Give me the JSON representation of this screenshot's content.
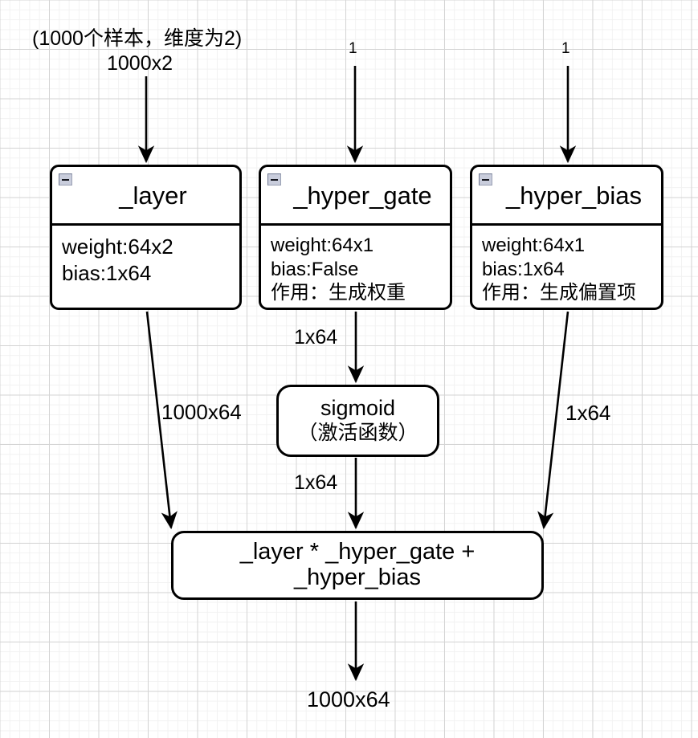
{
  "diagram": {
    "title": "Hypernetwork layer composition diagram",
    "background": "#ffffff",
    "grid_major_color": "#d4d4d4",
    "grid_minor_color": "#f2f2f2",
    "stroke_color": "#000000",
    "node_fill": "#ffffff"
  },
  "labels": {
    "input_note": "(1000个样本，维度为2)",
    "input_dim": "1000x2",
    "one_gate": "1",
    "one_bias": "1",
    "gate_out": "1x64",
    "sigmoid_out": "1x64",
    "layer_out": "1000x64",
    "bias_out": "1x64",
    "final_out": "1000x64"
  },
  "nodes": {
    "layer": {
      "title": "_layer",
      "collapse_icon": "minus-square-icon",
      "attrs": [
        "weight:64x2",
        "bias:1x64"
      ]
    },
    "hyper_gate": {
      "title": "_hyper_gate",
      "collapse_icon": "minus-square-icon",
      "attrs": [
        "weight:64x1",
        "bias:False",
        "作用：生成权重"
      ]
    },
    "hyper_bias": {
      "title": "_hyper_bias",
      "collapse_icon": "minus-square-icon",
      "attrs": [
        "weight:64x1",
        "bias:1x64",
        "作用：生成偏置项"
      ]
    },
    "sigmoid": {
      "line1": "sigmoid",
      "line2": "（激活函数）"
    },
    "result": {
      "line1": "_layer * _hyper_gate + _hyper_bias"
    }
  }
}
